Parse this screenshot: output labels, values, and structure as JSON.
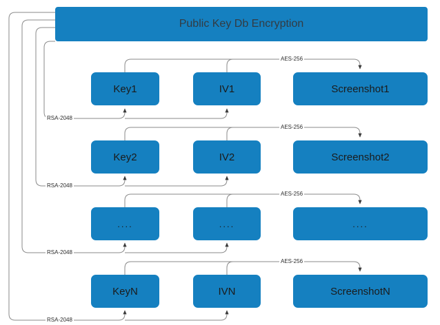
{
  "diagram": {
    "title": "Public Key Db Encryption",
    "header": {
      "label": "Public Key Db Encryption"
    },
    "edge_labels": {
      "aes": "AES-256",
      "rsa": "RSA-2048"
    },
    "colors": {
      "node_fill": "#1580c0",
      "node_text": "#1b1b1b",
      "wire": "#7a7a7a",
      "background": "#ffffff"
    },
    "rows": [
      {
        "key": "Key1",
        "iv": "IV1",
        "screenshot": "Screenshot1",
        "aes": "AES-256",
        "rsa": "RSA-2048"
      },
      {
        "key": "Key2",
        "iv": "IV2",
        "screenshot": "Screenshot2",
        "aes": "AES-256",
        "rsa": "RSA-2048"
      },
      {
        "key": "....",
        "iv": "....",
        "screenshot": "....",
        "aes": "AES-256",
        "rsa": "RSA-2048"
      },
      {
        "key": "KeyN",
        "iv": "IVN",
        "screenshot": "ScreenshotN",
        "aes": "AES-256",
        "rsa": "RSA-2048"
      }
    ]
  }
}
